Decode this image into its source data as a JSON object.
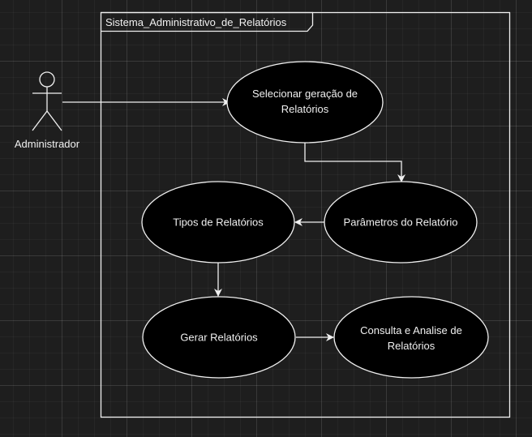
{
  "diagram": {
    "system_title": "Sistema_Administrativo_de_Relatórios",
    "actor": {
      "label": "Administrador"
    },
    "use_cases": {
      "selecionar": {
        "line1": "Selecionar geração de",
        "line2": "Relatórios"
      },
      "parametros": {
        "line1": "Parâmetros do Relatório"
      },
      "tipos": {
        "line1": "Tipos de Relatórios"
      },
      "gerar": {
        "line1": "Gerar Relatórios"
      },
      "consulta": {
        "line1": "Consulta e Analise de",
        "line2": "Relatórios"
      }
    },
    "colors": {
      "background": "#1e1e1e",
      "stroke": "#f0f0f0",
      "ellipse_fill": "#000000",
      "text": "#f0f0f0"
    }
  }
}
